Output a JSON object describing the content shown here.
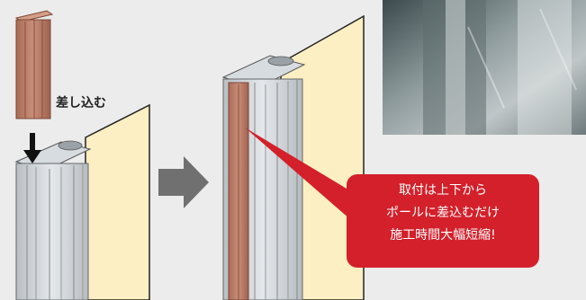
{
  "insert_label": "差し込む",
  "callout": {
    "lines": [
      "取付は上下から",
      "ポールに差込むだけ",
      "施工時間大幅短縮!"
    ],
    "color": "#d3202b"
  },
  "colors": {
    "wall": "#fcefc4",
    "pole": "#c9cfd3",
    "wood_insert": "#b97c68",
    "arrow": "#707070",
    "background": "#ececec"
  }
}
